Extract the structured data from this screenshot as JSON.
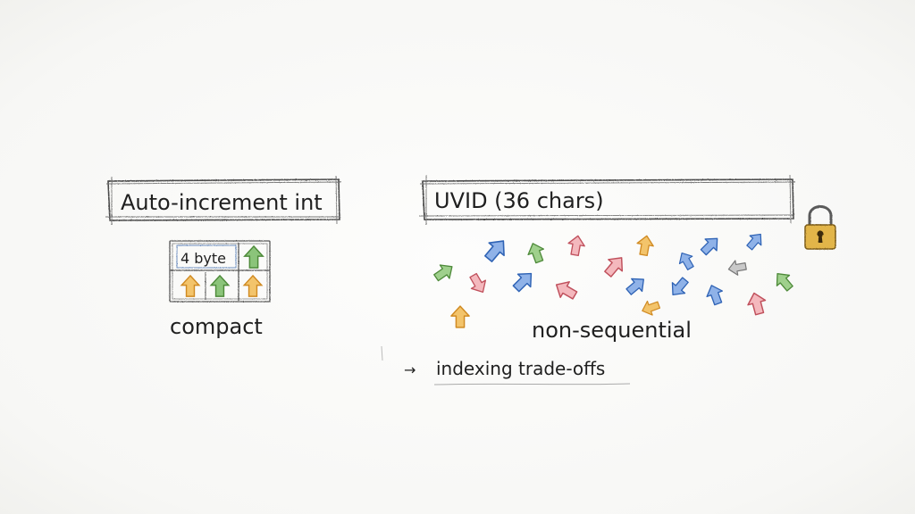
{
  "left_panel": {
    "title": "Auto-increment int",
    "cell_label": "4 byte",
    "caption": "compact"
  },
  "right_panel": {
    "title": "UVID (36 chars)",
    "caption": "non-sequential",
    "icon": "padlock-icon"
  },
  "footer": {
    "arrow_glyph": "→",
    "note": "indexing trade-offs"
  },
  "colors": {
    "ink": "#1f1f1f",
    "pencil": "#555555",
    "green": "#6aa84f",
    "orange": "#e8a33d",
    "blue": "#3d78c9",
    "red": "#d9707a",
    "gray": "#9a9a9a",
    "lock": "#d8a93a"
  }
}
